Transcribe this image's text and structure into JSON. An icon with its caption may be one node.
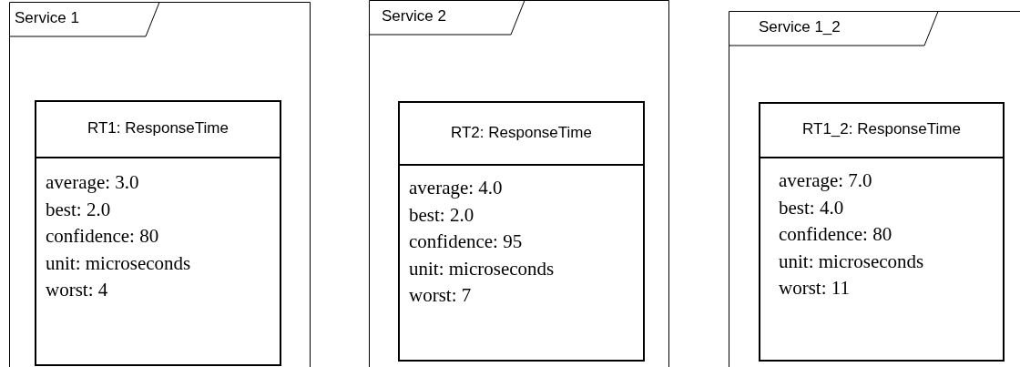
{
  "diagram": {
    "nodes": [
      {
        "text": [
          "Service 1"
        ]
      },
      {
        "text": [
          "RT1: ResponseTime",
          "average: 3.0",
          "best: 2.0",
          "confidence: 80",
          "unit: microseconds",
          "worst: 4"
        ],
        "in": 0
      },
      {
        "text": [
          "Service 2"
        ]
      },
      {
        "text": [
          "RT2: ResponseTime",
          "average: 4.0",
          "best: 2.0",
          "confidence: 95",
          "unit: microseconds",
          "worst: 7"
        ],
        "in": 2
      },
      {
        "text": [
          "Service 1_2"
        ]
      },
      {
        "text": [
          "RT1_2: ResponseTime",
          "average: 7.0",
          "best: 4.0",
          "confidence: 80",
          "unit: microseconds",
          "worst: 11"
        ],
        "in": 4
      }
    ]
  }
}
